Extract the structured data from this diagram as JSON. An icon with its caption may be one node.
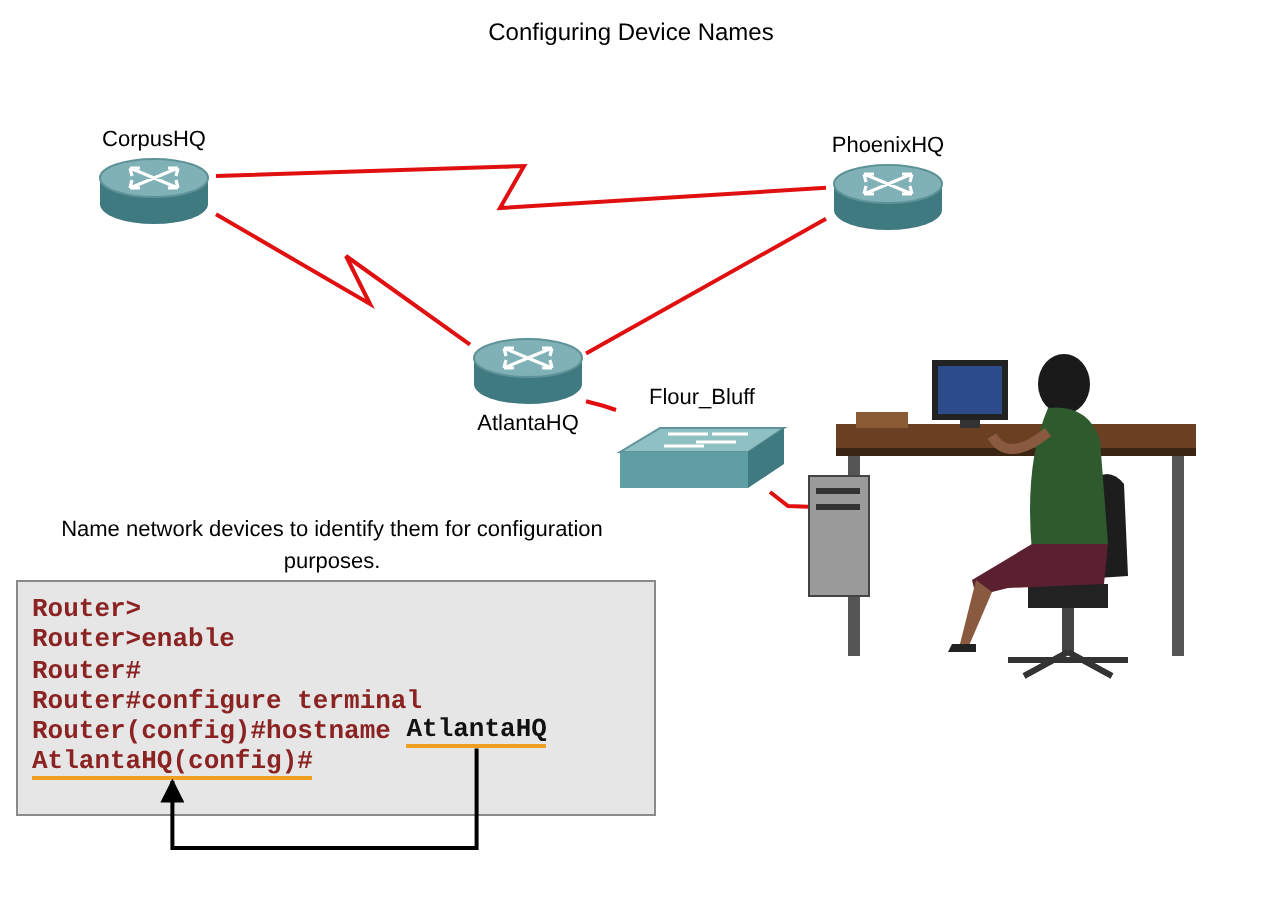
{
  "diagram": {
    "title": "Configuring Device Names",
    "nodes": [
      {
        "text": [
          "CorpusHQ"
        ]
      },
      {
        "text": [
          "PhoenixHQ"
        ]
      },
      {
        "text": [
          "AtlantaHQ"
        ]
      },
      {
        "text": [
          "Flour_Bluff"
        ]
      },
      {
        "text": [],
        "shape": "picture"
      },
      {
        "text": [
          "Router>",
          "Router>**enable**",
          "Router#",
          "Router#**configure terminal**",
          "Router(config)#**hostname**"
        ]
      },
      {
        "text": [
          "AtlantaHQ"
        ],
        "in": 5
      },
      {
        "text": [
          "AtlantaHQ(config)#"
        ],
        "in": 5
      }
    ],
    "edges": [
      {
        "from": 0,
        "to": 1,
        "arrow": "none"
      },
      {
        "from": 0,
        "to": 2,
        "arrow": "none"
      },
      {
        "from": 1,
        "to": 2,
        "arrow": "none"
      },
      {
        "from": 2,
        "to": 3,
        "arrow": "none"
      },
      {
        "from": 3,
        "to": 4,
        "arrow": "none"
      },
      {
        "from": 6,
        "to": 7,
        "arrow": "to",
        "color": "#000000"
      }
    ],
    "labels": [
      "Name network devices to identify them for configuration purposes."
    ]
  }
}
